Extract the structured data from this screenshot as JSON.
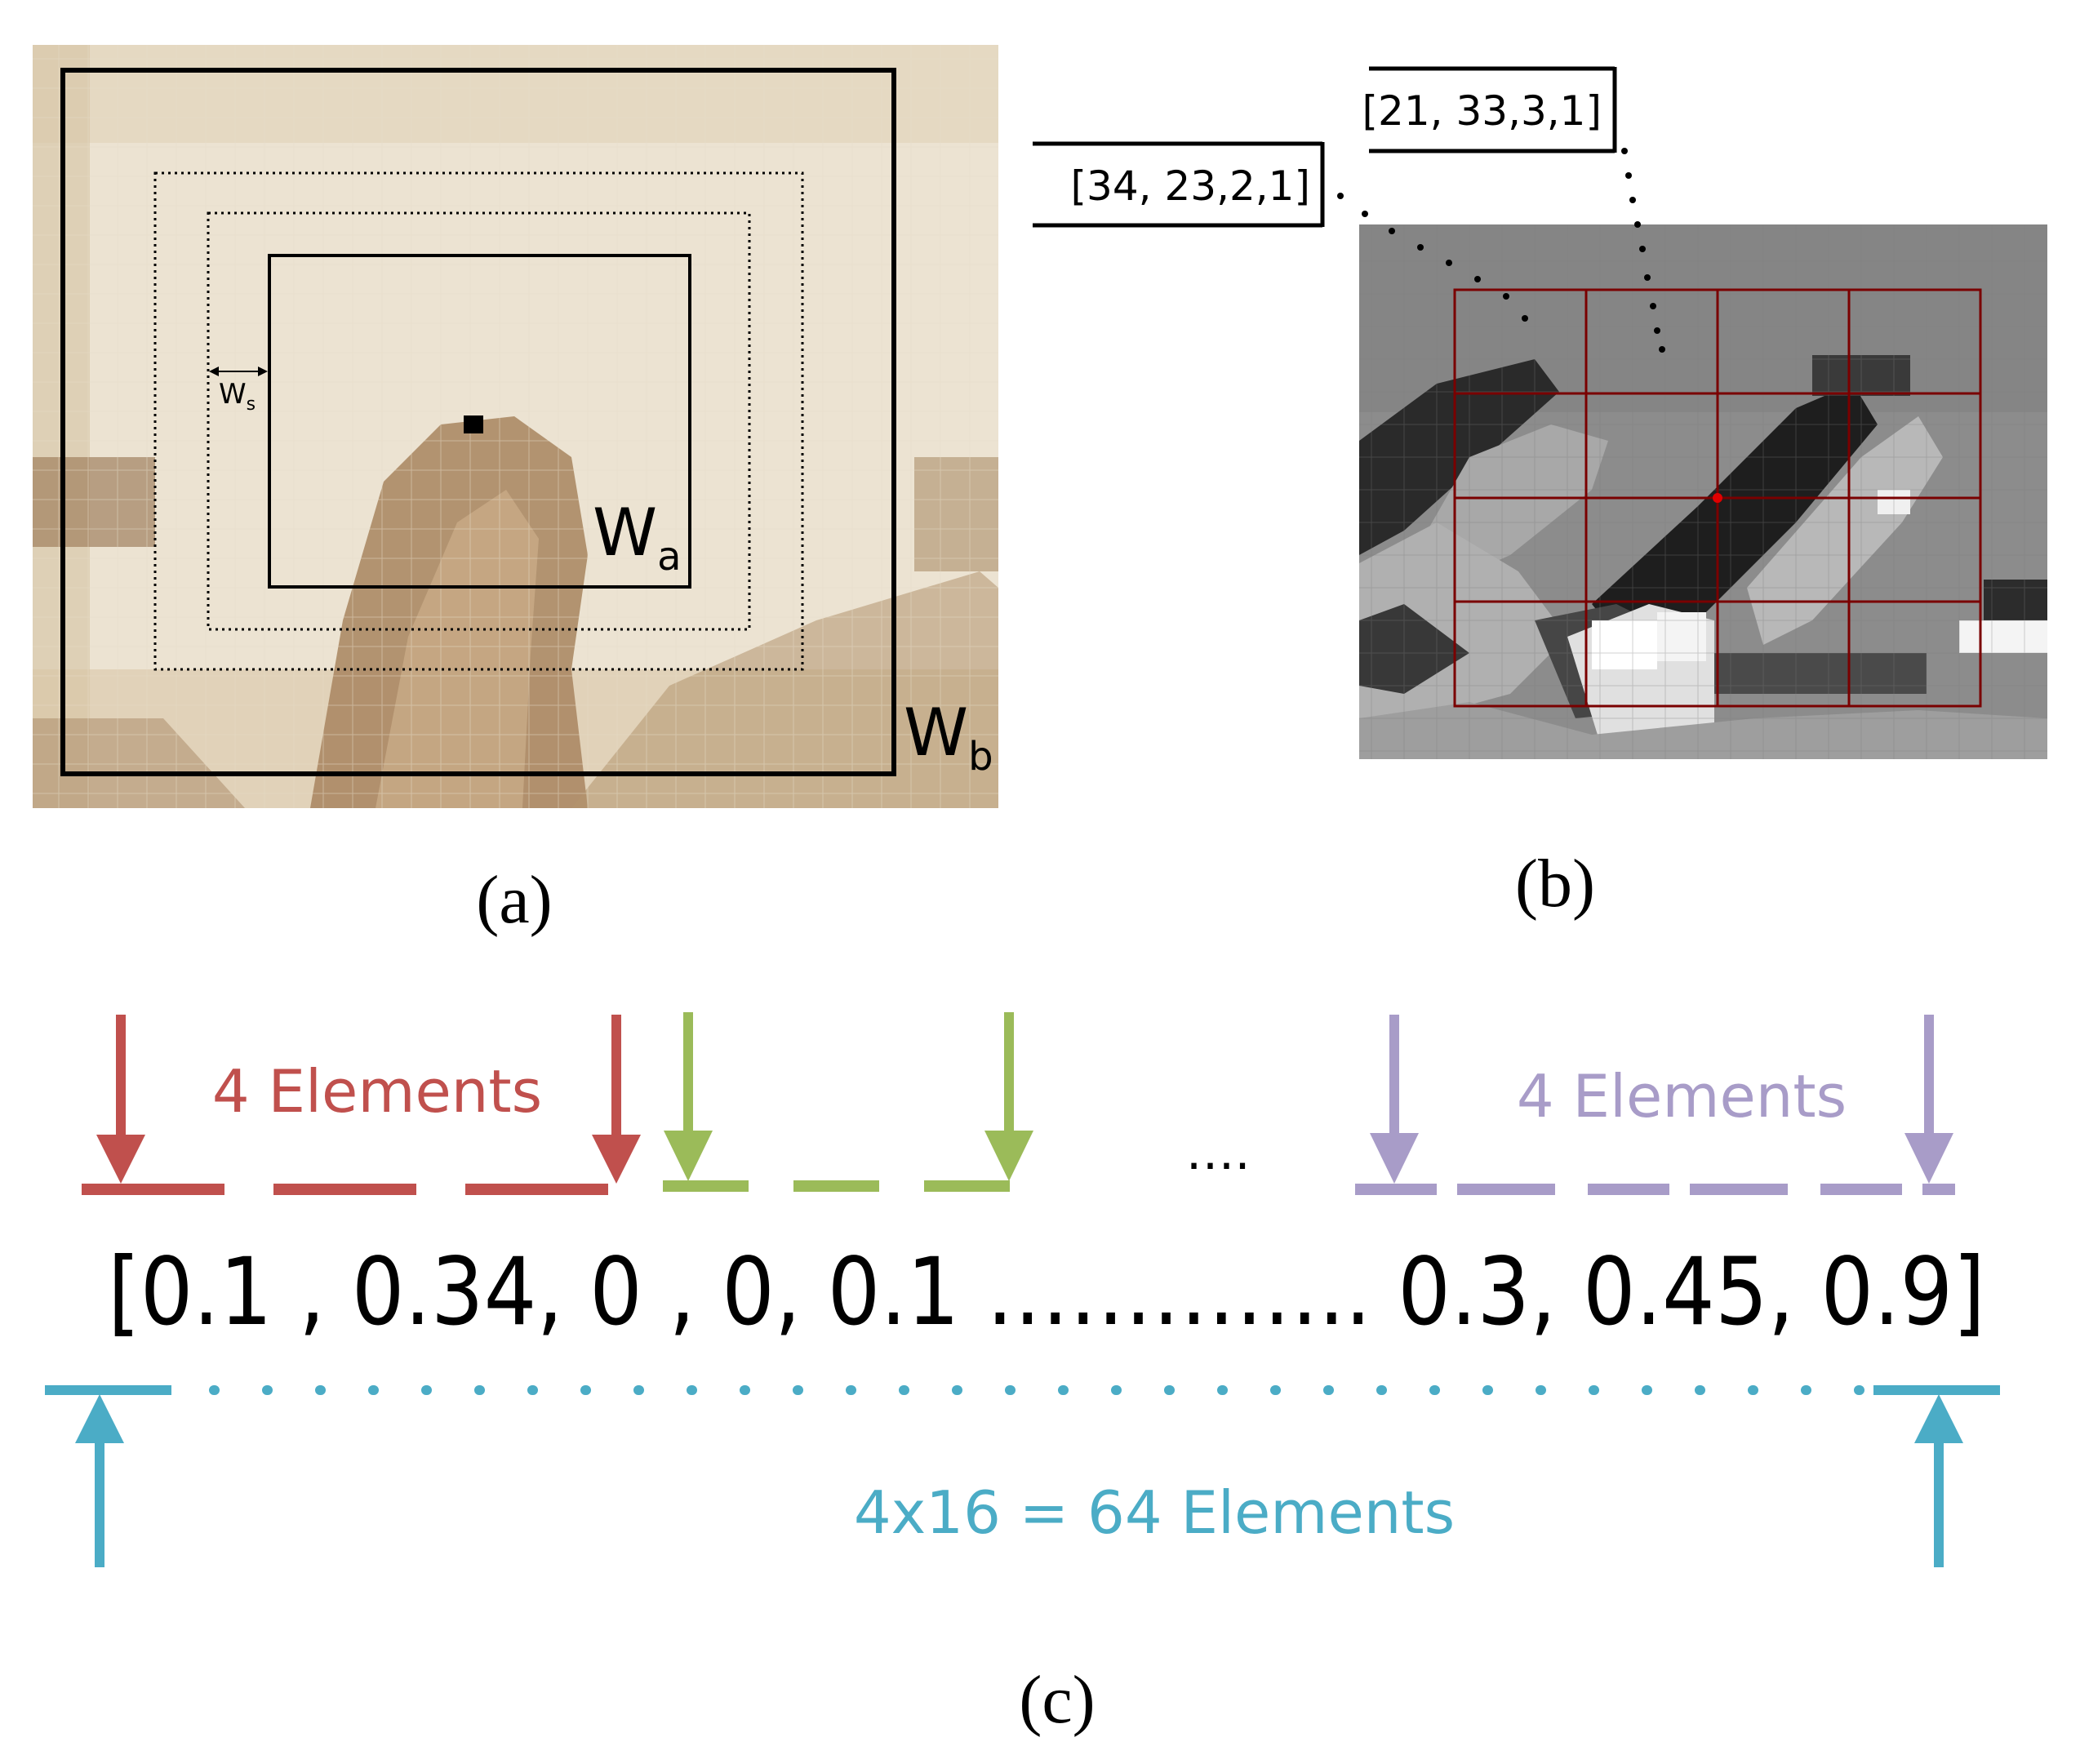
{
  "panel_a": {
    "caption": "(a)",
    "label_wa_main": "W",
    "label_wa_sub": "a",
    "label_wb_main": "W",
    "label_wb_sub": "b",
    "label_ws_main": "W",
    "label_ws_sub": "s"
  },
  "panel_b": {
    "caption": "(b)",
    "box_1": "[34, 23,2,1]",
    "box_2": "[21, 33,3,1]",
    "grid_color": "#7a0000"
  },
  "panel_c": {
    "caption": "(c)",
    "vector_text": "[0.1 , 0.34, 0 , 0, 0.1 ………….. 0.3, 0.45, 0.9]",
    "label_red": "4 Elements",
    "label_purple": "4 Elements",
    "label_blue": "4x16 = 64 Elements",
    "gap_dots": "….",
    "colors": {
      "red": "#c0504d",
      "green": "#9bbb59",
      "purple": "#a89cc8",
      "blue": "#4bacc6"
    }
  }
}
